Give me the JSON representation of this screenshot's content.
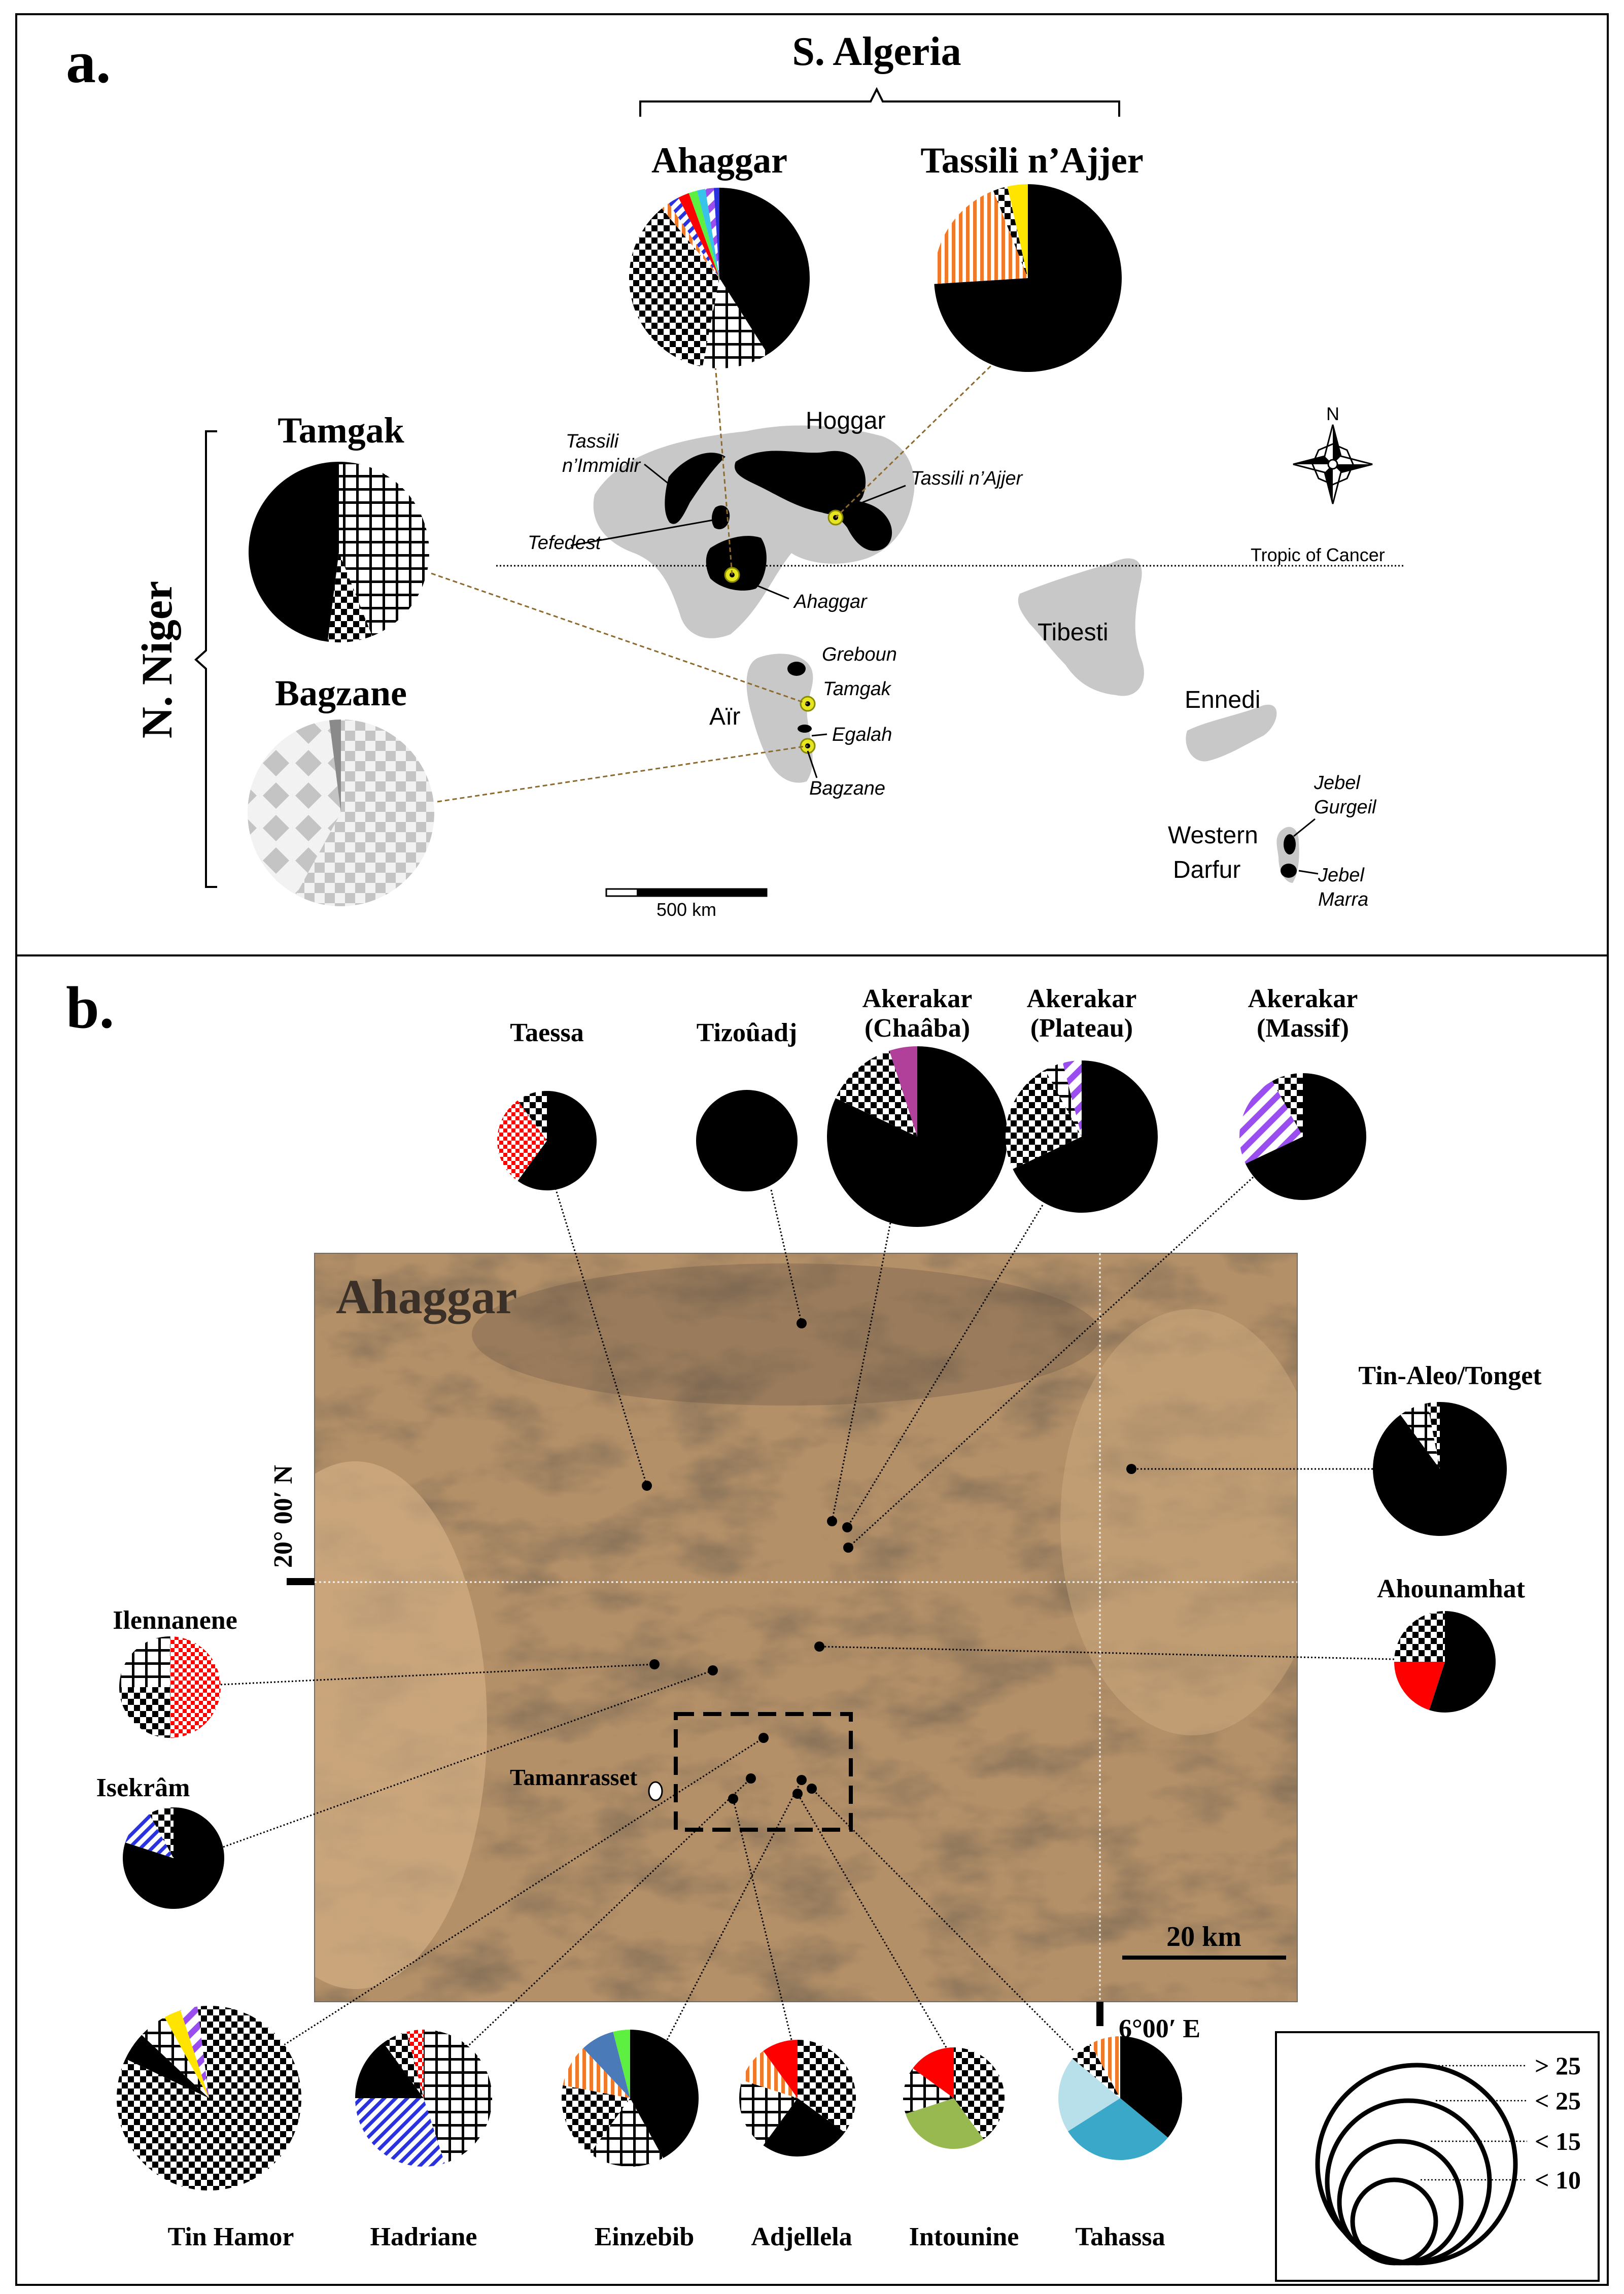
{
  "panel_a": {
    "letter": "a.",
    "group_top": "S. Algeria",
    "group_left": "N. Niger",
    "pies": [
      {
        "label": "Ahaggar",
        "slices": [
          {
            "pattern": "black",
            "value": 41
          },
          {
            "pattern": "grid",
            "value": 12
          },
          {
            "pattern": "checker",
            "value": 36
          },
          {
            "pattern": "orange-stripe",
            "value": 1.5
          },
          {
            "pattern": "blue-hatch",
            "value": 2
          },
          {
            "pattern": "red",
            "value": 2
          },
          {
            "pattern": "green",
            "value": 1.5
          },
          {
            "pattern": "cyan",
            "value": 1.5
          },
          {
            "pattern": "purple-hatch",
            "value": 1.5
          },
          {
            "pattern": "blue",
            "value": 1
          }
        ]
      },
      {
        "label": "Tassili n’Ajjer",
        "slices": [
          {
            "pattern": "black",
            "value": 74
          },
          {
            "pattern": "orange-stripe",
            "value": 20
          },
          {
            "pattern": "checker",
            "value": 2.5
          },
          {
            "pattern": "yellow",
            "value": 3.5
          }
        ]
      },
      {
        "label": "Tamgak",
        "slices": [
          {
            "pattern": "grid",
            "value": 44
          },
          {
            "pattern": "checker",
            "value": 8
          },
          {
            "pattern": "black",
            "value": 48
          }
        ]
      },
      {
        "label": "Bagzane",
        "slices": [
          {
            "pattern": "grey-checker",
            "value": 58
          },
          {
            "pattern": "grey-diamond",
            "value": 40
          },
          {
            "pattern": "grey",
            "value": 2
          }
        ]
      }
    ],
    "places": {
      "hoggar": "Hoggar",
      "tassili_nimmidir_1": "Tassili",
      "tassili_nimmidir_2": "n’Immidir",
      "tassili_najjer": "Tassili n’Ajjer",
      "tefedest": "Tefedest",
      "ahaggar": "Ahaggar",
      "tropic": "Tropic of Cancer",
      "tibesti": "Tibesti",
      "ennedi": "Ennedi",
      "greboun": "Greboun",
      "tamgak": "Tamgak",
      "air": "Aïr",
      "egalah": "Egalah",
      "bagzane": "Bagzane",
      "jebel_gurgeil_1": "Jebel",
      "jebel_gurgeil_2": "Gurgeil",
      "jebel_marra_1": "Jebel",
      "jebel_marra_2": "Marra",
      "western_darfur_1": "Western",
      "western_darfur_2": "Darfur"
    },
    "north": "N",
    "scalebar": "500 km"
  },
  "panel_b": {
    "letter": "b.",
    "map_title": "Ahaggar",
    "lat_label": "20° 00′ N",
    "lon_label": "6°00′ E",
    "scalebar": "20 km",
    "town": "Tamanrasset",
    "pies": [
      {
        "label": "Taessa",
        "slices": [
          {
            "pattern": "black",
            "value": 60
          },
          {
            "pattern": "red-checker",
            "value": 30
          },
          {
            "pattern": "checker",
            "value": 10
          }
        ]
      },
      {
        "label": "Tizoûadj",
        "slices": [
          {
            "pattern": "black",
            "value": 100
          }
        ]
      },
      {
        "label": "Akerakar (Chaâba)",
        "label_lines": [
          "Akerakar",
          "(Chaâba)"
        ],
        "slices": [
          {
            "pattern": "black",
            "value": 82
          },
          {
            "pattern": "checker",
            "value": 13
          },
          {
            "pattern": "magenta",
            "value": 5
          }
        ]
      },
      {
        "label": "Akerakar (Plateau)",
        "label_lines": [
          "Akerakar",
          "(Plateau)"
        ],
        "slices": [
          {
            "pattern": "black",
            "value": 68
          },
          {
            "pattern": "checker",
            "value": 24
          },
          {
            "pattern": "grid",
            "value": 4
          },
          {
            "pattern": "purple-hatch",
            "value": 4
          }
        ]
      },
      {
        "label": "Akerakar (Massif)",
        "label_lines": [
          "Akerakar",
          "(Massif)"
        ],
        "slices": [
          {
            "pattern": "black",
            "value": 68
          },
          {
            "pattern": "purple-hatch",
            "value": 24
          },
          {
            "pattern": "checker",
            "value": 8
          }
        ]
      },
      {
        "label": "Tin-Aleo/Tonget",
        "slices": [
          {
            "pattern": "black",
            "value": 90
          },
          {
            "pattern": "grid",
            "value": 7
          },
          {
            "pattern": "checker",
            "value": 3
          }
        ]
      },
      {
        "label": "Ahounamhat",
        "slices": [
          {
            "pattern": "black",
            "value": 55
          },
          {
            "pattern": "red",
            "value": 20
          },
          {
            "pattern": "checker",
            "value": 25
          }
        ]
      },
      {
        "label": "Ilennanene",
        "slices": [
          {
            "pattern": "red-checker",
            "value": 50
          },
          {
            "pattern": "checker",
            "value": 25
          },
          {
            "pattern": "grid",
            "value": 25
          }
        ]
      },
      {
        "label": "Isekrâm",
        "slices": [
          {
            "pattern": "black",
            "value": 80
          },
          {
            "pattern": "blue-hatch",
            "value": 12
          },
          {
            "pattern": "checker",
            "value": 8
          }
        ]
      },
      {
        "label": "Tin Hamor",
        "slices": [
          {
            "pattern": "checker",
            "value": 82
          },
          {
            "pattern": "black",
            "value": 5
          },
          {
            "pattern": "grid",
            "value": 5
          },
          {
            "pattern": "yellow",
            "value": 3
          },
          {
            "pattern": "purple-hatch",
            "value": 3
          },
          {
            "pattern": "checker",
            "value": 2
          }
        ]
      },
      {
        "label": "Hadriane",
        "slices": [
          {
            "pattern": "grid",
            "value": 45
          },
          {
            "pattern": "blue-hatch",
            "value": 30
          },
          {
            "pattern": "black",
            "value": 15
          },
          {
            "pattern": "checker",
            "value": 6
          },
          {
            "pattern": "red-checker",
            "value": 4
          }
        ]
      },
      {
        "label": "Einzebib",
        "slices": [
          {
            "pattern": "black",
            "value": 42
          },
          {
            "pattern": "grid",
            "value": 18
          },
          {
            "pattern": "checker",
            "value": 18
          },
          {
            "pattern": "orange-stripe",
            "value": 10
          },
          {
            "pattern": "steelblue",
            "value": 8
          },
          {
            "pattern": "green",
            "value": 4
          }
        ]
      },
      {
        "label": "Adjellela",
        "slices": [
          {
            "pattern": "checker",
            "value": 35
          },
          {
            "pattern": "black",
            "value": 25
          },
          {
            "pattern": "grid",
            "value": 20
          },
          {
            "pattern": "orange-stripe",
            "value": 10
          },
          {
            "pattern": "red",
            "value": 10
          }
        ]
      },
      {
        "label": "Intounine",
        "slices": [
          {
            "pattern": "checker",
            "value": 40
          },
          {
            "pattern": "olive-green",
            "value": 30
          },
          {
            "pattern": "grid",
            "value": 15
          },
          {
            "pattern": "red",
            "value": 15
          }
        ]
      },
      {
        "label": "Tahassa",
        "slices": [
          {
            "pattern": "black",
            "value": 36
          },
          {
            "pattern": "teal",
            "value": 30
          },
          {
            "pattern": "light-blue",
            "value": 20
          },
          {
            "pattern": "checker",
            "value": 6
          },
          {
            "pattern": "orange-stripe",
            "value": 8
          }
        ]
      }
    ],
    "legend": [
      "> 25",
      "< 25",
      "< 15",
      "< 10"
    ]
  },
  "colors": {
    "black": "#000000",
    "red": "#ff0000",
    "orange": "#f07a2a",
    "blue": "#2a32e0",
    "purple": "#9a4ef0",
    "magenta": "#b0409a",
    "yellow": "#ffe400",
    "green": "#5ef040",
    "cyan": "#38c4e8",
    "steelblue": "#4a7ab8",
    "olive_green": "#98b850",
    "teal": "#3aa8c8",
    "light_blue": "#b8e0ea",
    "land_grey": "#c8c8c8",
    "desert": "#b49068"
  }
}
